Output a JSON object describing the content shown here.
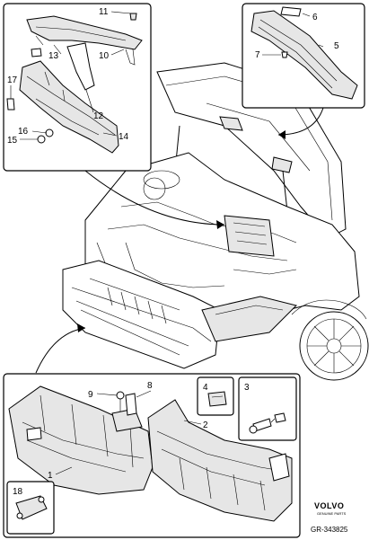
{
  "callouts": {
    "n1": "1",
    "n2": "2",
    "n3": "3",
    "n4": "4",
    "n5": "5",
    "n6": "6",
    "n7": "7",
    "n8": "8",
    "n9": "9",
    "n10": "10",
    "n11": "11",
    "n12": "12",
    "n13": "13",
    "n14": "14",
    "n15": "15",
    "n16": "16",
    "n17": "17",
    "n18": "18"
  },
  "brand": {
    "logo": "VOLVO",
    "tagline": "GENUINE PARTS",
    "reference": "GR-343825"
  }
}
